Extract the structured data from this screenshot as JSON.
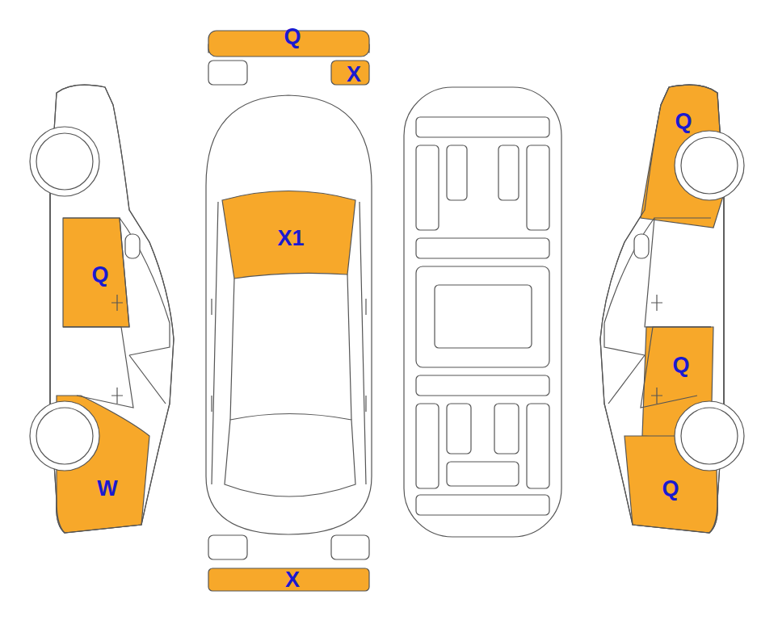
{
  "diagram": {
    "labels": [
      "Q",
      "X",
      "Q",
      "X1",
      "Q",
      "Q",
      "W",
      "Q",
      "X"
    ]
  }
}
